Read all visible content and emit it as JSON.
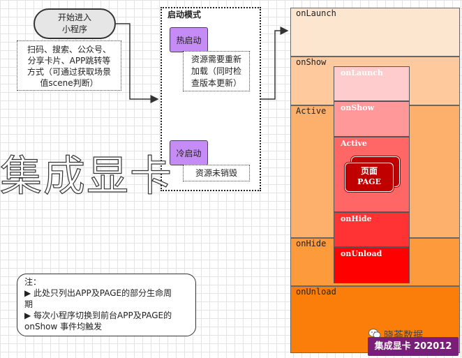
{
  "start": {
    "label": "开始进入\n小程序"
  },
  "entry_note": {
    "text": "扫码、搜索、公众号、\n分享卡片、APP跳转等\n方式（可通过获取场景\n值scene判断）"
  },
  "mode": {
    "title": "启动模式",
    "hot": {
      "label": "热启动",
      "note": "资源需要重新\n加载（同时检\n查版本更新）"
    },
    "cold": {
      "label": "冷启动",
      "note": "资源未销毁"
    }
  },
  "watermark": "集成显卡",
  "footnote": {
    "title": "注：",
    "items": [
      "▶ 此处只列出APP及PAGE的部分生命周\n期",
      "▶ 每次小程序切换到前台APP及PAGE的\nonShow 事件均触发"
    ]
  },
  "app_lifecycle": {
    "bands": [
      {
        "label": "onLaunch",
        "color": "#fde6d0"
      },
      {
        "label": "onShow",
        "color": "#fec99d"
      },
      {
        "label": "Active",
        "color": "#fdb06b"
      },
      {
        "label": "onHide",
        "color": "#fd9a3b"
      },
      {
        "label": "onUnload",
        "color": "#fc7e0a"
      }
    ]
  },
  "page_lifecycle": {
    "stages": [
      {
        "label": "onLaunch",
        "color": "#fecccc"
      },
      {
        "label": "onShow",
        "color": "#ff9999"
      },
      {
        "label": "Active",
        "color": "#ff6666"
      },
      {
        "label": "onHide",
        "color": "#ff3333"
      },
      {
        "label": "onUnload",
        "color": "#ff0000"
      }
    ],
    "page_card": {
      "line1": "页面",
      "line2": "PAGE"
    }
  },
  "brand": {
    "name": "晓荟数据",
    "tag": "集成显卡 202012",
    "tag_color": "#7a1f78"
  }
}
